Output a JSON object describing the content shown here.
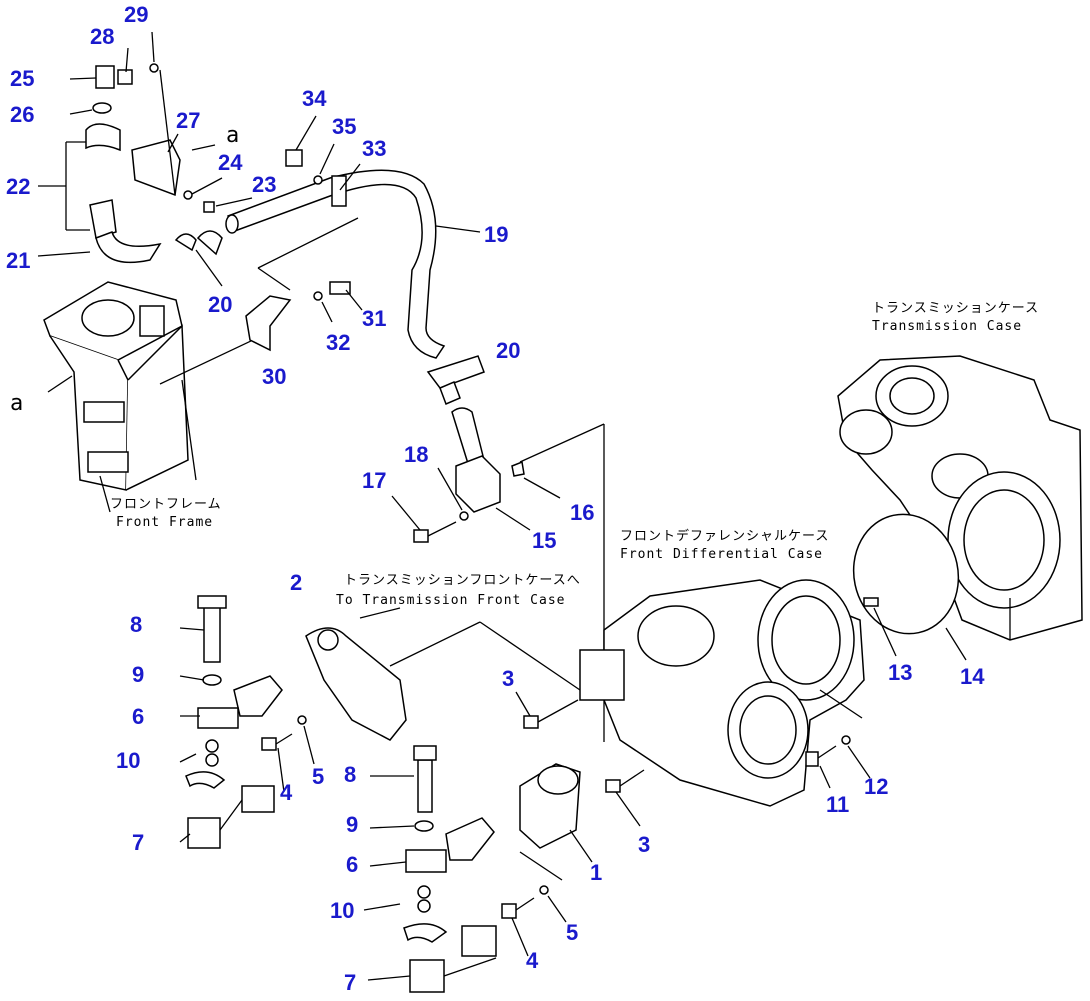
{
  "captions": {
    "front_frame_jp": "フロントフレーム",
    "front_frame_en": "Front Frame",
    "transmission_case_jp": "トランスミッションケース",
    "transmission_case_en": "Transmission Case",
    "front_diff_jp": "フロントデファレンシャルケース",
    "front_diff_en": "Front Differential Case",
    "to_trans_front_jp": "トランスミッションフロントケースへ",
    "to_trans_front_en": "To Transmission Front Case"
  },
  "ref_letter": "a",
  "parts": {
    "p1": "1",
    "p2": "2",
    "p3": "3",
    "p4": "4",
    "p5": "5",
    "p6": "6",
    "p7": "7",
    "p8": "8",
    "p9": "9",
    "p10": "10",
    "p11": "11",
    "p12": "12",
    "p13": "13",
    "p14": "14",
    "p15": "15",
    "p16": "16",
    "p17": "17",
    "p18": "18",
    "p19": "19",
    "p20": "20",
    "p21": "21",
    "p22": "22",
    "p23": "23",
    "p24": "24",
    "p25": "25",
    "p26": "26",
    "p27": "27",
    "p28": "28",
    "p29": "29",
    "p30": "30",
    "p31": "31",
    "p32": "32",
    "p33": "33",
    "p34": "34",
    "p35": "35"
  },
  "colors": {
    "callout": "#1a1acc",
    "line": "#000000",
    "background": "#ffffff"
  }
}
